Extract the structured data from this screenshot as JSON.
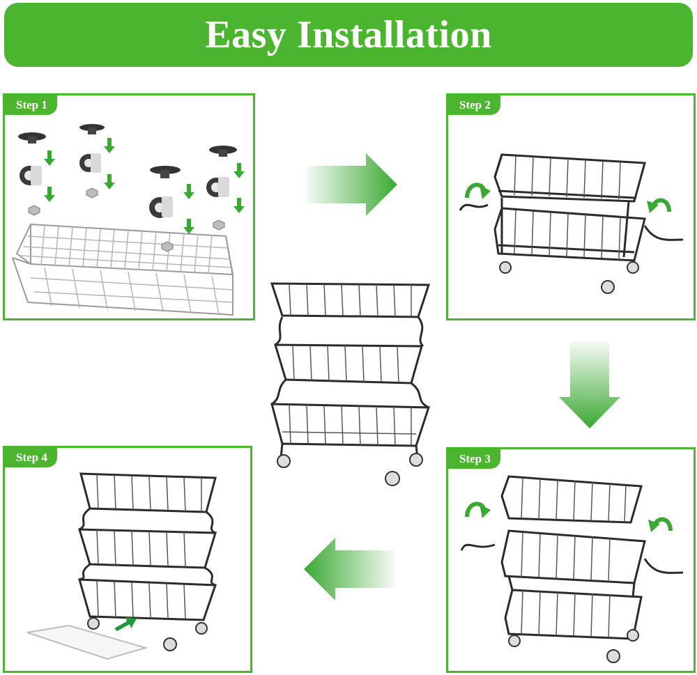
{
  "banner": {
    "title": "Easy Installation"
  },
  "steps": [
    {
      "label": "Step 1"
    },
    {
      "label": "Step 2"
    },
    {
      "label": "Step 3"
    },
    {
      "label": "Step 4"
    }
  ],
  "colors": {
    "accent": "#4cb52f",
    "arrow_green": "#3aa832",
    "rack": "#2b2b2b",
    "caster": "#e0e0e0"
  },
  "icons": [
    "arrow-right-icon",
    "arrow-down-icon",
    "arrow-left-icon",
    "rotate-arrow-icon",
    "caster-wheel-icon",
    "screw-nut-icon"
  ]
}
